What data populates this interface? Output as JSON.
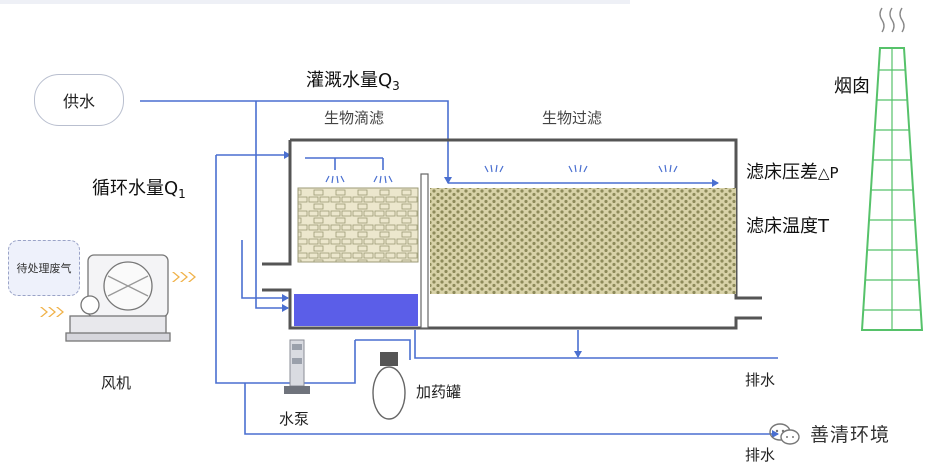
{
  "labels": {
    "supply_water": "供水",
    "irrigation_flow": "灌溉水量Q",
    "irrigation_flow_sub": "3",
    "biotrickling": "生物滴滤",
    "biofiltration": "生物过滤",
    "recirculation_flow": "循环水量Q",
    "recirculation_flow_sub": "1",
    "bed_pressure": "滤床压差",
    "bed_pressure_symbol": "△P",
    "bed_temperature": "滤床温度T",
    "waste_gas": "待处理废气",
    "fan": "风机",
    "pump": "水泵",
    "dosing_tank": "加药罐",
    "drain_1": "排水",
    "drain_2": "排水",
    "chimney": "烟囱",
    "brand": "善清环境"
  },
  "colors": {
    "pipe": "#4a6fd0",
    "tank_wall": "#555555",
    "packing_fill": "#e9e4c8",
    "packing_cell": "#8c8a60",
    "water": "#5b5ee8",
    "chimney": "#56c26a",
    "arrow_orange": "#f0b24a"
  },
  "icons": {
    "chimney_smoke": "smoke-wave-icon",
    "sprayer": "spray-nozzle-icon",
    "brand_logo": "wechat-logo-icon"
  }
}
